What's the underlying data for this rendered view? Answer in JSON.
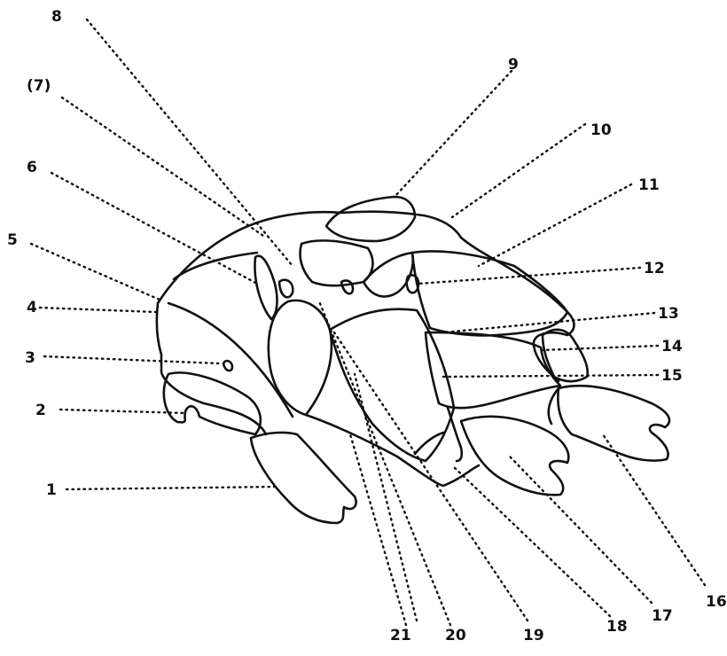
{
  "figure": {
    "labels": {
      "l1": "1",
      "l2": "2",
      "l3": "3",
      "l4": "4",
      "l5": "5",
      "l6": "6",
      "l7": "(7)",
      "l8": "8",
      "l9": "9",
      "l10": "10",
      "l11": "11",
      "l12": "12",
      "l13": "13",
      "l14": "14",
      "l15": "15",
      "l16": "16",
      "l17": "17",
      "l18": "18",
      "l19": "19",
      "l20": "20",
      "l21": "21"
    }
  }
}
